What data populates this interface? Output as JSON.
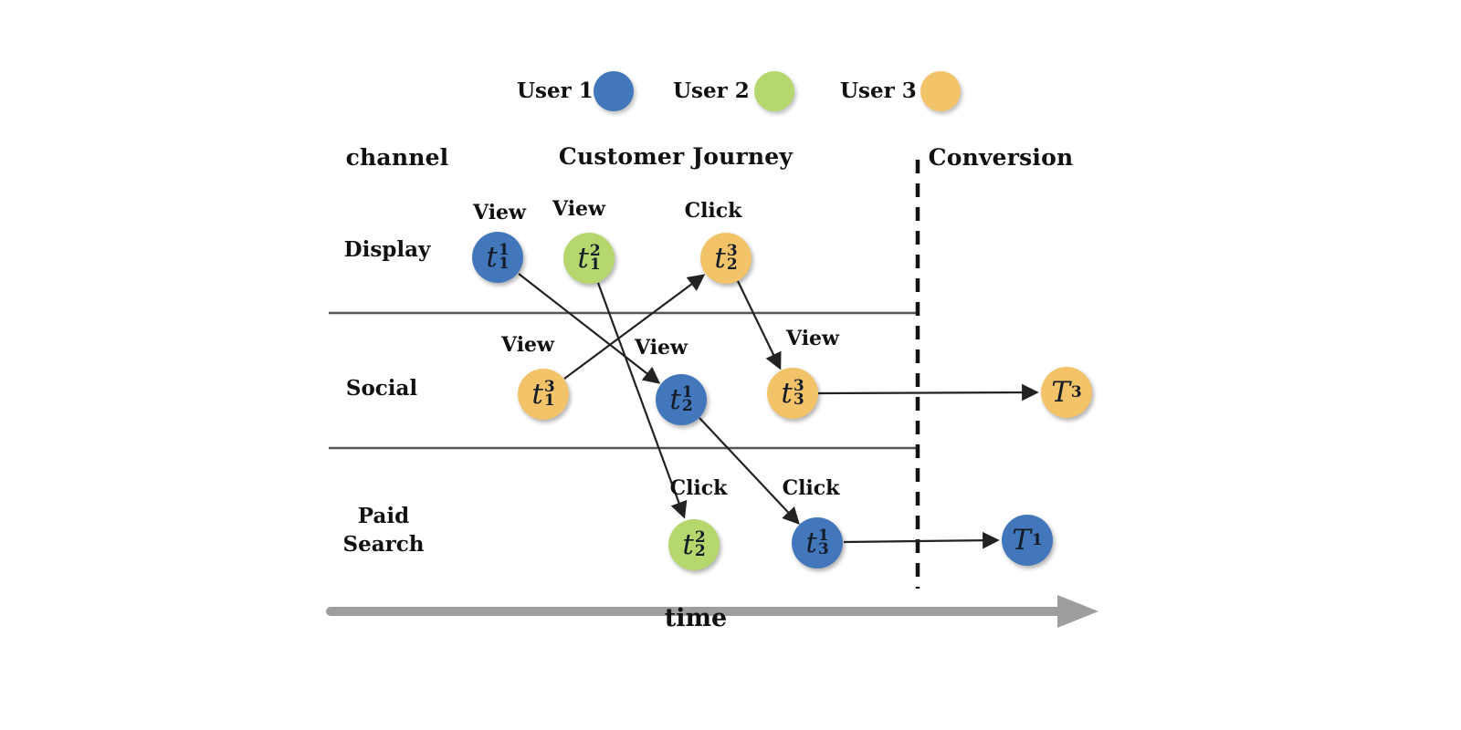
{
  "colors": {
    "user1": "#4377bb",
    "user2": "#b6d76e",
    "user3": "#f3c36a",
    "separator_line": "#555555",
    "dashed_line": "#111111",
    "arrow": "#222222",
    "time_arrow": "#9e9e9e"
  },
  "legend": {
    "items": [
      {
        "label": "User 1",
        "user": "user1"
      },
      {
        "label": "User 2",
        "user": "user2"
      },
      {
        "label": "User 3",
        "user": "user3"
      }
    ]
  },
  "headers": {
    "channel": "channel",
    "journey": "Customer Journey",
    "conversion": "Conversion"
  },
  "channels": [
    {
      "line1": "Display"
    },
    {
      "line1": "Social"
    },
    {
      "line1": "Paid",
      "line2": "Search"
    }
  ],
  "time_label": "time",
  "nodes": [
    {
      "id": "u1-1",
      "user": "user1",
      "channel": "Display",
      "action": "View",
      "base": "t",
      "sup": "1",
      "sub": "1"
    },
    {
      "id": "u2-1",
      "user": "user2",
      "channel": "Display",
      "action": "View",
      "base": "t",
      "sup": "2",
      "sub": "1"
    },
    {
      "id": "u3-2",
      "user": "user3",
      "channel": "Display",
      "action": "Click",
      "base": "t",
      "sup": "3",
      "sub": "2"
    },
    {
      "id": "u3-1",
      "user": "user3",
      "channel": "Social",
      "action": "View",
      "base": "t",
      "sup": "3",
      "sub": "1"
    },
    {
      "id": "u1-2",
      "user": "user1",
      "channel": "Social",
      "action": "View",
      "base": "t",
      "sup": "1",
      "sub": "2"
    },
    {
      "id": "u3-3",
      "user": "user3",
      "channel": "Social",
      "action": "View",
      "base": "t",
      "sup": "3",
      "sub": "3"
    },
    {
      "id": "u2-2",
      "user": "user2",
      "channel": "Paid Search",
      "action": "Click",
      "base": "t",
      "sup": "2",
      "sub": "2"
    },
    {
      "id": "u1-3",
      "user": "user1",
      "channel": "Paid Search",
      "action": "Click",
      "base": "t",
      "sup": "1",
      "sub": "3"
    },
    {
      "id": "conv-u3",
      "user": "user3",
      "channel": "Conversion",
      "action": "",
      "base": "T",
      "sup": "3",
      "sub": ""
    },
    {
      "id": "conv-u1",
      "user": "user1",
      "channel": "Conversion",
      "action": "",
      "base": "T",
      "sup": "1",
      "sub": ""
    }
  ],
  "edges": [
    {
      "from": "u1-1",
      "to": "u1-2"
    },
    {
      "from": "u2-1",
      "to": "u2-2"
    },
    {
      "from": "u3-1",
      "to": "u3-2"
    },
    {
      "from": "u3-2",
      "to": "u3-3"
    },
    {
      "from": "u1-2",
      "to": "u1-3"
    },
    {
      "from": "u3-3",
      "to": "conv-u3"
    },
    {
      "from": "u1-3",
      "to": "conv-u1"
    }
  ]
}
